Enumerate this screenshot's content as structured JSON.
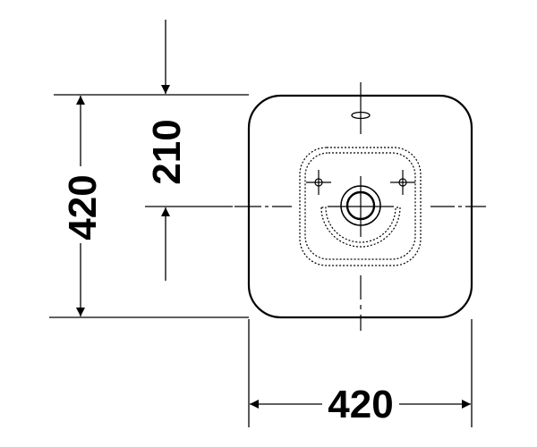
{
  "drawing": {
    "dimensions": {
      "height_total": "420",
      "height_to_center": "210",
      "width_total": "420"
    },
    "colors": {
      "line": "#000000",
      "background": "#ffffff"
    }
  }
}
